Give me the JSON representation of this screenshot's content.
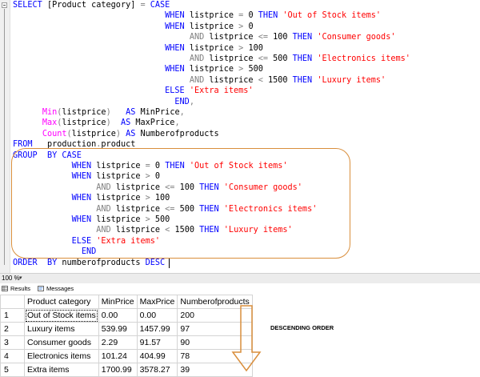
{
  "editor": {
    "code_lines": [
      [
        {
          "t": "SELECT ",
          "c": "kw"
        },
        {
          "t": "[Product category]",
          "c": "id"
        },
        {
          "t": " = ",
          "c": "op"
        },
        {
          "t": "CASE",
          "c": "kw"
        }
      ],
      [
        {
          "t": "                               ",
          "c": "id"
        },
        {
          "t": "WHEN ",
          "c": "kw"
        },
        {
          "t": "listprice ",
          "c": "id"
        },
        {
          "t": "= ",
          "c": "op"
        },
        {
          "t": "0 ",
          "c": "id"
        },
        {
          "t": "THEN ",
          "c": "kw"
        },
        {
          "t": "'Out of Stock items'",
          "c": "str"
        }
      ],
      [
        {
          "t": "                               ",
          "c": "id"
        },
        {
          "t": "WHEN ",
          "c": "kw"
        },
        {
          "t": "listprice ",
          "c": "id"
        },
        {
          "t": "> ",
          "c": "op"
        },
        {
          "t": "0",
          "c": "id"
        }
      ],
      [
        {
          "t": "                                    ",
          "c": "id"
        },
        {
          "t": "AND ",
          "c": "op"
        },
        {
          "t": "listprice ",
          "c": "id"
        },
        {
          "t": "<= ",
          "c": "op"
        },
        {
          "t": "100 ",
          "c": "id"
        },
        {
          "t": "THEN ",
          "c": "kw"
        },
        {
          "t": "'Consumer goods'",
          "c": "str"
        }
      ],
      [
        {
          "t": "                               ",
          "c": "id"
        },
        {
          "t": "WHEN ",
          "c": "kw"
        },
        {
          "t": "listprice ",
          "c": "id"
        },
        {
          "t": "> ",
          "c": "op"
        },
        {
          "t": "100",
          "c": "id"
        }
      ],
      [
        {
          "t": "                                    ",
          "c": "id"
        },
        {
          "t": "AND ",
          "c": "op"
        },
        {
          "t": "listprice ",
          "c": "id"
        },
        {
          "t": "<= ",
          "c": "op"
        },
        {
          "t": "500 ",
          "c": "id"
        },
        {
          "t": "THEN ",
          "c": "kw"
        },
        {
          "t": "'Electronics items'",
          "c": "str"
        }
      ],
      [
        {
          "t": "                               ",
          "c": "id"
        },
        {
          "t": "WHEN ",
          "c": "kw"
        },
        {
          "t": "listprice ",
          "c": "id"
        },
        {
          "t": "> ",
          "c": "op"
        },
        {
          "t": "500",
          "c": "id"
        }
      ],
      [
        {
          "t": "                                    ",
          "c": "id"
        },
        {
          "t": "AND ",
          "c": "op"
        },
        {
          "t": "listprice ",
          "c": "id"
        },
        {
          "t": "< ",
          "c": "op"
        },
        {
          "t": "1500 ",
          "c": "id"
        },
        {
          "t": "THEN ",
          "c": "kw"
        },
        {
          "t": "'Luxury items'",
          "c": "str"
        }
      ],
      [
        {
          "t": "                               ",
          "c": "id"
        },
        {
          "t": "ELSE ",
          "c": "kw"
        },
        {
          "t": "'Extra items'",
          "c": "str"
        }
      ],
      [
        {
          "t": "                                 ",
          "c": "id"
        },
        {
          "t": "END",
          "c": "kw"
        },
        {
          "t": ",",
          "c": "op"
        }
      ],
      [
        {
          "t": "      ",
          "c": "id"
        },
        {
          "t": "Min",
          "c": "fn"
        },
        {
          "t": "(",
          "c": "op"
        },
        {
          "t": "listprice",
          "c": "id"
        },
        {
          "t": ")   ",
          "c": "op"
        },
        {
          "t": "AS ",
          "c": "kw"
        },
        {
          "t": "MinPrice",
          "c": "id"
        },
        {
          "t": ",",
          "c": "op"
        }
      ],
      [
        {
          "t": "      ",
          "c": "id"
        },
        {
          "t": "Max",
          "c": "fn"
        },
        {
          "t": "(",
          "c": "op"
        },
        {
          "t": "listprice",
          "c": "id"
        },
        {
          "t": ")  ",
          "c": "op"
        },
        {
          "t": "AS ",
          "c": "kw"
        },
        {
          "t": "MaxPrice",
          "c": "id"
        },
        {
          "t": ",",
          "c": "op"
        }
      ],
      [
        {
          "t": "      ",
          "c": "id"
        },
        {
          "t": "Count",
          "c": "fn"
        },
        {
          "t": "(",
          "c": "op"
        },
        {
          "t": "listprice",
          "c": "id"
        },
        {
          "t": ") ",
          "c": "op"
        },
        {
          "t": "AS ",
          "c": "kw"
        },
        {
          "t": "Numberofproducts",
          "c": "id"
        }
      ],
      [
        {
          "t": "FROM   ",
          "c": "kw"
        },
        {
          "t": "production",
          "c": "id"
        },
        {
          "t": ".",
          "c": "op"
        },
        {
          "t": "product",
          "c": "id"
        }
      ],
      [
        {
          "t": "GROUP  ",
          "c": "kw"
        },
        {
          "t": "BY ",
          "c": "kw"
        },
        {
          "t": "CASE",
          "c": "kw"
        }
      ],
      [
        {
          "t": "            ",
          "c": "id"
        },
        {
          "t": "WHEN ",
          "c": "kw"
        },
        {
          "t": "listprice ",
          "c": "id"
        },
        {
          "t": "= ",
          "c": "op"
        },
        {
          "t": "0 ",
          "c": "id"
        },
        {
          "t": "THEN ",
          "c": "kw"
        },
        {
          "t": "'Out of Stock items'",
          "c": "str"
        }
      ],
      [
        {
          "t": "            ",
          "c": "id"
        },
        {
          "t": "WHEN ",
          "c": "kw"
        },
        {
          "t": "listprice ",
          "c": "id"
        },
        {
          "t": "> ",
          "c": "op"
        },
        {
          "t": "0",
          "c": "id"
        }
      ],
      [
        {
          "t": "                 ",
          "c": "id"
        },
        {
          "t": "AND ",
          "c": "op"
        },
        {
          "t": "listprice ",
          "c": "id"
        },
        {
          "t": "<= ",
          "c": "op"
        },
        {
          "t": "100 ",
          "c": "id"
        },
        {
          "t": "THEN ",
          "c": "kw"
        },
        {
          "t": "'Consumer goods'",
          "c": "str"
        }
      ],
      [
        {
          "t": "            ",
          "c": "id"
        },
        {
          "t": "WHEN ",
          "c": "kw"
        },
        {
          "t": "listprice ",
          "c": "id"
        },
        {
          "t": "> ",
          "c": "op"
        },
        {
          "t": "100",
          "c": "id"
        }
      ],
      [
        {
          "t": "                 ",
          "c": "id"
        },
        {
          "t": "AND ",
          "c": "op"
        },
        {
          "t": "listprice ",
          "c": "id"
        },
        {
          "t": "<= ",
          "c": "op"
        },
        {
          "t": "500 ",
          "c": "id"
        },
        {
          "t": "THEN ",
          "c": "kw"
        },
        {
          "t": "'Electronics items'",
          "c": "str"
        }
      ],
      [
        {
          "t": "            ",
          "c": "id"
        },
        {
          "t": "WHEN ",
          "c": "kw"
        },
        {
          "t": "listprice ",
          "c": "id"
        },
        {
          "t": "> ",
          "c": "op"
        },
        {
          "t": "500",
          "c": "id"
        }
      ],
      [
        {
          "t": "                 ",
          "c": "id"
        },
        {
          "t": "AND ",
          "c": "op"
        },
        {
          "t": "listprice ",
          "c": "id"
        },
        {
          "t": "< ",
          "c": "op"
        },
        {
          "t": "1500 ",
          "c": "id"
        },
        {
          "t": "THEN ",
          "c": "kw"
        },
        {
          "t": "'Luxury items'",
          "c": "str"
        }
      ],
      [
        {
          "t": "            ",
          "c": "id"
        },
        {
          "t": "ELSE ",
          "c": "kw"
        },
        {
          "t": "'Extra items'",
          "c": "str"
        }
      ],
      [
        {
          "t": "              ",
          "c": "id"
        },
        {
          "t": "END",
          "c": "kw"
        }
      ],
      [
        {
          "t": "ORDER  ",
          "c": "kw"
        },
        {
          "t": "BY ",
          "c": "kw"
        },
        {
          "t": "numberofproducts ",
          "c": "id"
        },
        {
          "t": "DESC",
          "c": "kw"
        }
      ]
    ],
    "colors": {
      "keyword": "#0000ff",
      "string": "#ff0000",
      "function": "#ff00ff",
      "operator": "#808080",
      "highlight": "#d98e3c"
    }
  },
  "statusbar": {
    "zoom": "100 %",
    "zoom_arrow": "▾"
  },
  "tabs": [
    {
      "label": "Results",
      "icon": "results-grid-icon"
    },
    {
      "label": "Messages",
      "icon": "messages-icon"
    }
  ],
  "results": {
    "columns": [
      "",
      "Product category",
      "MinPrice",
      "MaxPrice",
      "Numberofproducts"
    ],
    "rows": [
      [
        "1",
        "Out of Stock items",
        "0.00",
        "0.00",
        "200"
      ],
      [
        "2",
        "Luxury items",
        "539.99",
        "1457.99",
        "97"
      ],
      [
        "3",
        "Consumer goods",
        "2.29",
        "91.57",
        "90"
      ],
      [
        "4",
        "Electronics items",
        "101.24",
        "404.99",
        "78"
      ],
      [
        "5",
        "Extra items",
        "1700.99",
        "3578.27",
        "39"
      ]
    ]
  },
  "annotation": {
    "label": "DESCENDING ORDER",
    "arrow_icon": "down-arrow-icon"
  }
}
